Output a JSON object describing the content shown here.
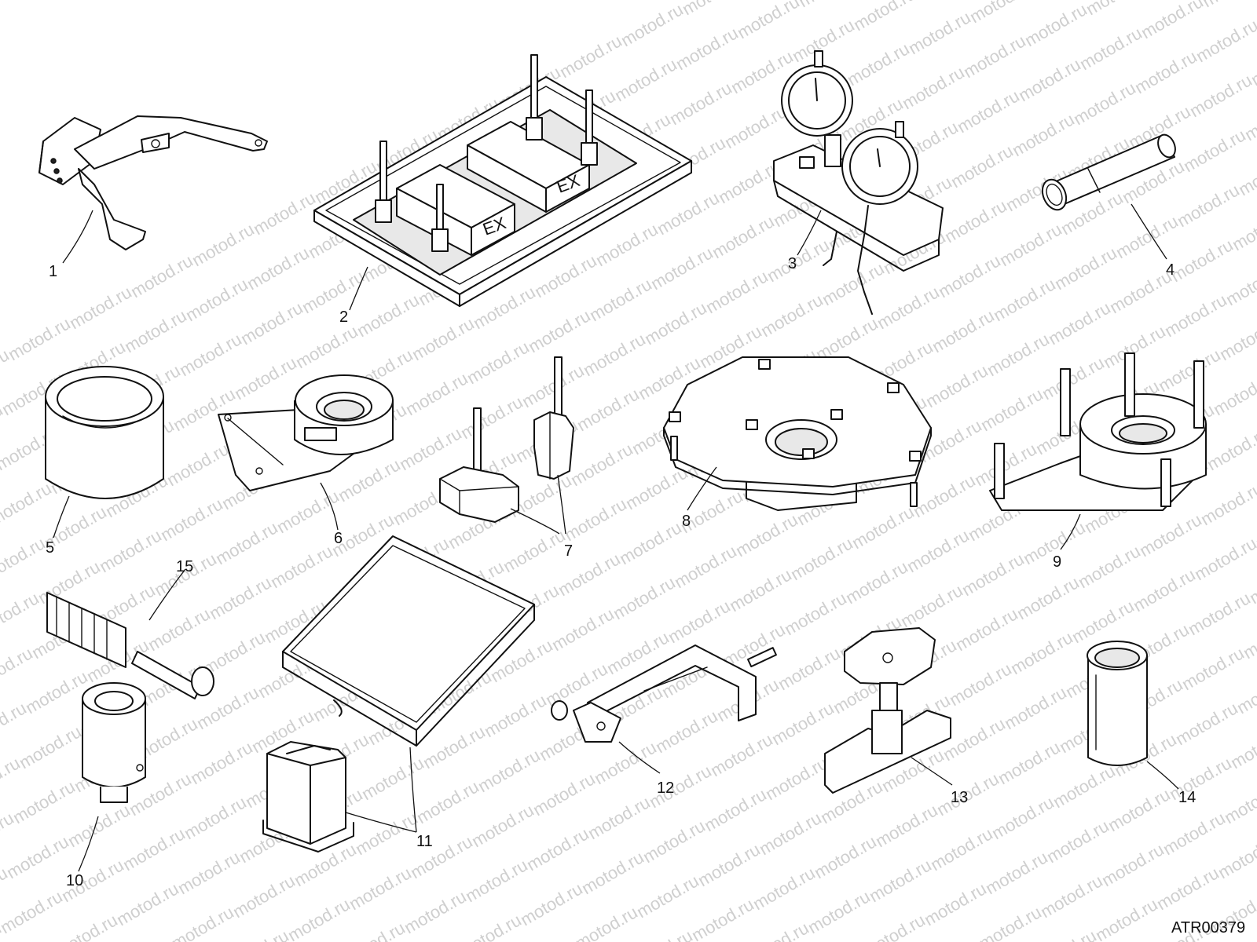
{
  "watermark": {
    "text": "motod.ru",
    "color": "#cfcfcf"
  },
  "drawing_code": "ATR00379",
  "callouts": [
    {
      "number": "1"
    },
    {
      "number": "2"
    },
    {
      "number": "3"
    },
    {
      "number": "4"
    },
    {
      "number": "5"
    },
    {
      "number": "6"
    },
    {
      "number": "7"
    },
    {
      "number": "8"
    },
    {
      "number": "9"
    },
    {
      "number": "10"
    },
    {
      "number": "11"
    },
    {
      "number": "12"
    },
    {
      "number": "13"
    },
    {
      "number": "14"
    },
    {
      "number": "15"
    }
  ],
  "tool_markings": {
    "exhaust_label_1": "EX",
    "exhaust_label_2": "EX"
  }
}
